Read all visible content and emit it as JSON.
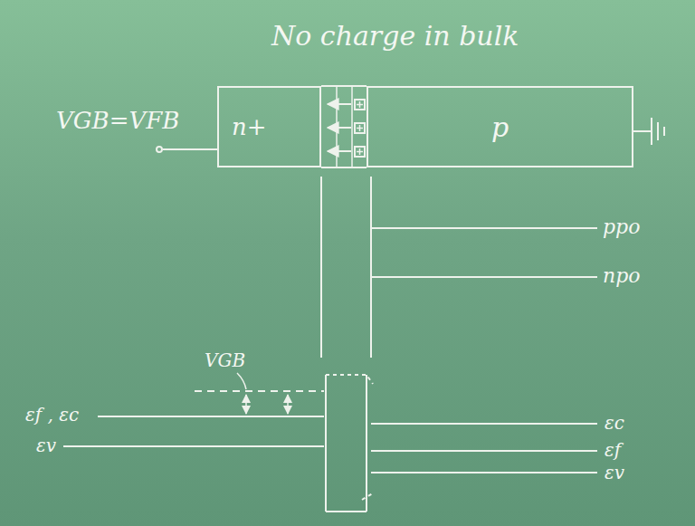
{
  "diagram": {
    "title": "No charge in bulk",
    "nodes": [
      {
        "text": [
          "n+"
        ]
      },
      {
        "text": [
          "p"
        ]
      }
    ],
    "labels": [
      "VGB=VFB",
      "ppo",
      "npo",
      "VGB",
      "εf , εc",
      "εv",
      "εc",
      "εf",
      "εv"
    ]
  }
}
